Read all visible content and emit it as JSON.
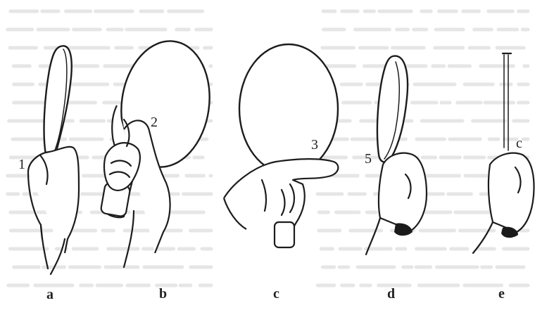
{
  "figures": [
    {
      "caption": "a",
      "marker": "1"
    },
    {
      "caption": "b",
      "marker": "2"
    },
    {
      "caption": "c",
      "marker": "3"
    },
    {
      "caption": "d",
      "marker": "5"
    },
    {
      "caption": "e",
      "marker": "c"
    }
  ],
  "colors": {
    "ink": "#1c1c1c",
    "background": "#ffffff",
    "bleed_through": "#6b6b6b"
  }
}
